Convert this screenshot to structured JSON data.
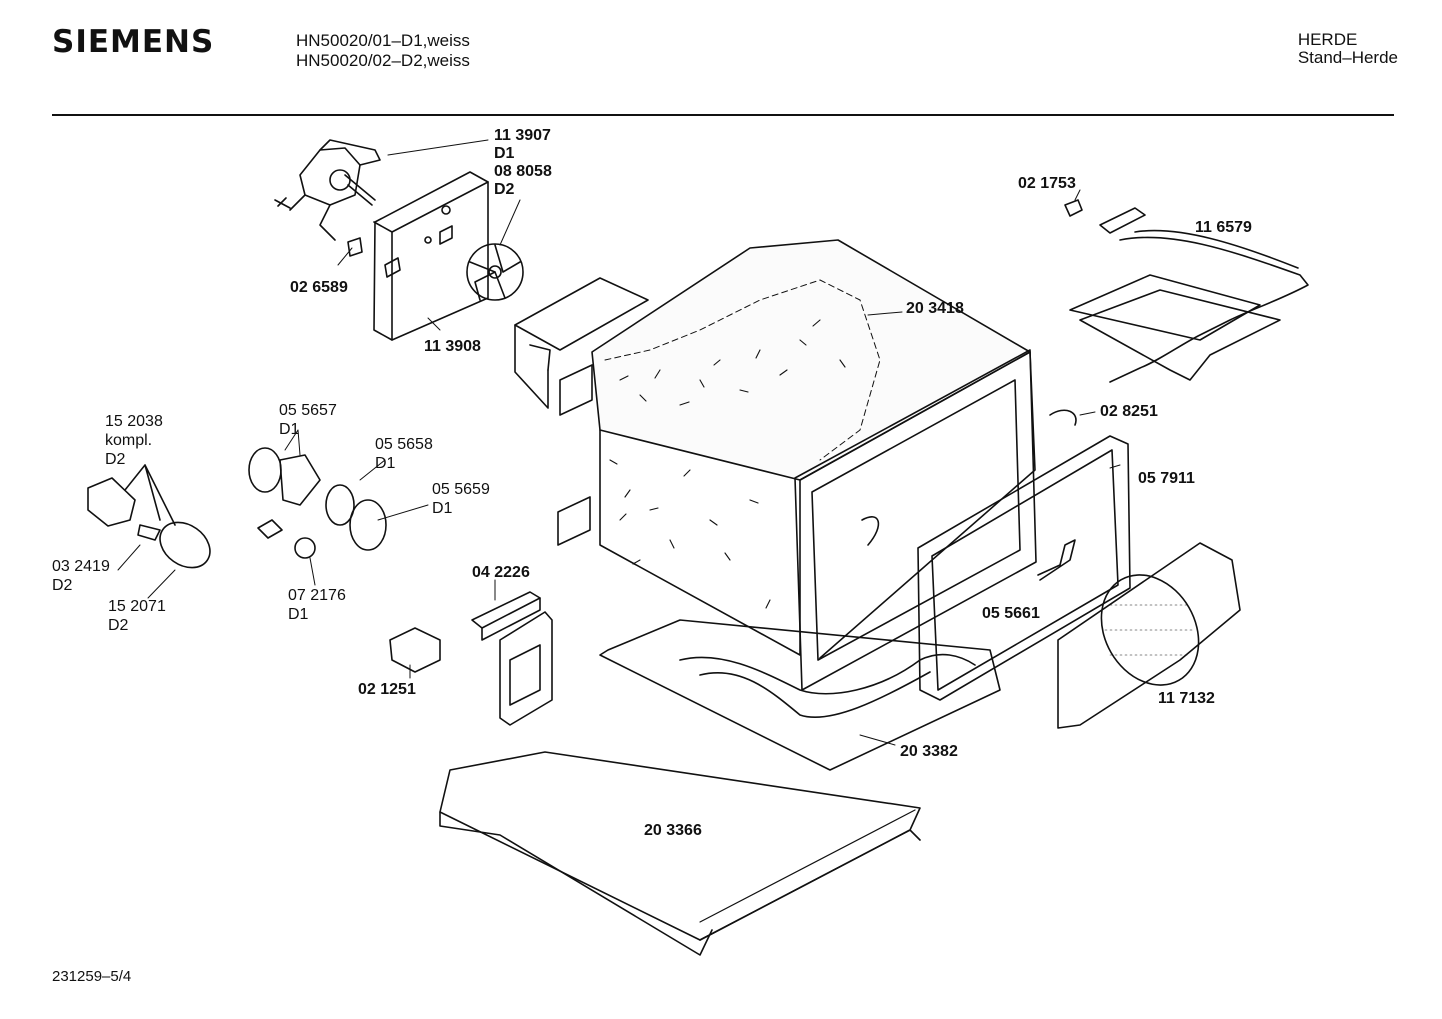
{
  "header": {
    "brand": "SIEMENS",
    "model_1": "HN50020/01–D1,weiss",
    "model_2": "HN50020/02–D2,weiss",
    "category": "HERDE",
    "subcategory": "Stand–Herde"
  },
  "footer": {
    "doc_number": "231259–5/4"
  },
  "parts": {
    "p113907": "11 3907",
    "p113907_var": "D1",
    "p088058": "08 8058",
    "p088058_var": "D2",
    "p026589": "02 6589",
    "p113908": "11 3908",
    "p021753": "02 1753",
    "p116579": "11 6579",
    "p203418": "20 3418",
    "p028251": "02 8251",
    "p057911": "05 7911",
    "p055661": "05 5661",
    "p117132": "11 7132",
    "p203382": "20 3382",
    "p203366": "20 3366",
    "p042226": "04 2226",
    "p021251": "02 1251",
    "p152038": "15 2038",
    "p152038_note": "kompl.",
    "p152038_var": "D2",
    "p032419": "03 2419",
    "p032419_var": "D2",
    "p152071": "15 2071",
    "p152071_var": "D2",
    "p055657": "05 5657",
    "p055657_var": "D1",
    "p055658": "05 5658",
    "p055658_var": "D1",
    "p055659": "05 5659",
    "p055659_var": "D1",
    "p072176": "07 2176",
    "p072176_var": "D1"
  }
}
